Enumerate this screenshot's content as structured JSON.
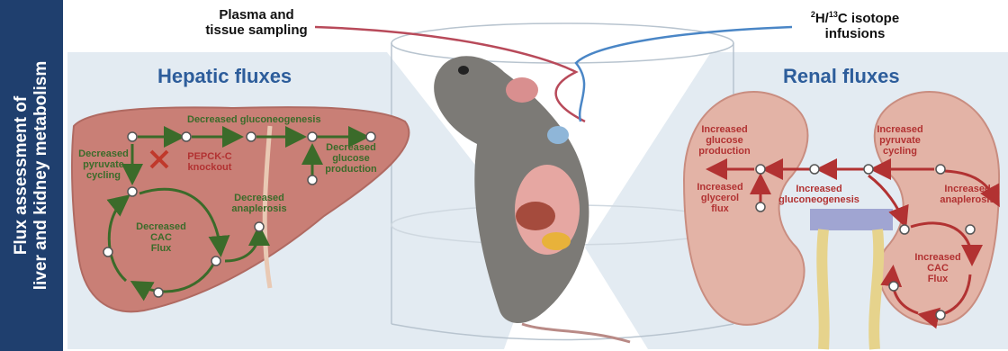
{
  "sidebar": {
    "line1": "Flux assessment of",
    "line2": "liver and kidney metabolism"
  },
  "header": {
    "sampling_line1": "Plasma and",
    "sampling_line2": "tissue sampling",
    "isotope_prefix_sup1": "2",
    "isotope_prefix_mid": "H/",
    "isotope_prefix_sup2": "13",
    "isotope_rest": "C isotope",
    "isotope_line2": "infusions"
  },
  "hepatic": {
    "title": "Hepatic fluxes",
    "gluconeogenesis": "Decreased gluconeogenesis",
    "pyruvate": [
      "Decreased",
      "pyruvate",
      "cycling"
    ],
    "knockout": [
      "PEPCK-C",
      "knockout"
    ],
    "glucose": [
      "Decreased",
      "glucose",
      "production"
    ],
    "anaplerosis": [
      "Decreased",
      "anaplerosis"
    ],
    "cac": [
      "Decreased",
      "CAC",
      "Flux"
    ]
  },
  "renal": {
    "title": "Renal fluxes",
    "glucose": [
      "Increased",
      "glucose",
      "production"
    ],
    "pyruvate": [
      "Increased",
      "pyruvate",
      "cycling"
    ],
    "glycerol": [
      "Increased",
      "glycerol",
      "flux"
    ],
    "gluconeogenesis": [
      "Increased",
      "gluconeogenesis"
    ],
    "anaplerosis": [
      "Increased",
      "anaplerosis"
    ],
    "cac": [
      "Increased",
      "CAC",
      "Flux"
    ]
  },
  "colors": {
    "sidebar": "#1f3f6e",
    "title_blue": "#2d5d9b",
    "hepatic_green": "#3b6b2a",
    "renal_red": "#b23232",
    "liver": "#c97f76",
    "kidney": "#e3b3a6"
  }
}
